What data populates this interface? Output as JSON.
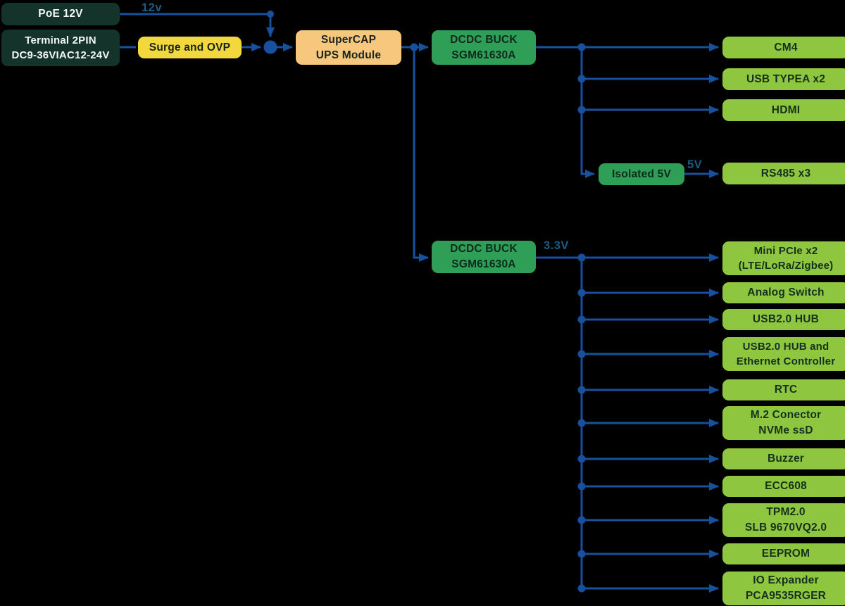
{
  "colors": {
    "background": "#000000",
    "connector_blue": "#17509e",
    "voltage_label_teal": "#1b5c80",
    "dark_input_box": "#14332b",
    "yellow_box": "#f2d73e",
    "orange_box": "#f7c77e",
    "green_box": "#2f9e57",
    "light_green_box": "#8ec73f"
  },
  "voltage_labels": {
    "poe_rail": "12v",
    "isolated_rail": "5V",
    "buck2_rail": "3.3V"
  },
  "nodes": {
    "poe": {
      "label": "PoE 12V"
    },
    "terminal": {
      "line1": "Terminal 2PIN",
      "line2": "DC9-36VIAC12-24V"
    },
    "surge": {
      "label": "Surge and OVP"
    },
    "supercap": {
      "line1": "SuperCAP",
      "line2": "UPS Module"
    },
    "dcdc_buck_1": {
      "line1": "DCDC BUCK",
      "line2": "SGM61630A"
    },
    "dcdc_buck_2": {
      "line1": "DCDC BUCK",
      "line2": "SGM61630A"
    },
    "isolated_5v": {
      "label": "Isolated 5V"
    },
    "cm4": {
      "label": "CM4"
    },
    "usb_typea": {
      "label": "USB TYPEA x2"
    },
    "hdmi": {
      "label": "HDMI"
    },
    "rs485": {
      "label": "RS485 x3"
    },
    "mini_pcie": {
      "line1": "Mini PCIe x2",
      "line2": "(LTE/LoRa/Zigbee)"
    },
    "analog_switch": {
      "label": "Analog Switch"
    },
    "usb_hub": {
      "label": "USB2.0 HUB"
    },
    "usb_hub_eth": {
      "line1": "USB2.0 HUB and",
      "line2": "Ethernet Controller"
    },
    "rtc": {
      "label": "RTC"
    },
    "m2": {
      "line1": "M.2 Conector",
      "line2": "NVMe ssD"
    },
    "buzzer": {
      "label": "Buzzer"
    },
    "ecc608": {
      "label": "ECC608"
    },
    "tpm": {
      "line1": "TPM2.0",
      "line2": "SLB 9670VQ2.0"
    },
    "eeprom": {
      "label": "EEPROM"
    },
    "io_expander": {
      "line1": "IO Expander",
      "line2": "PCA9535RGER"
    }
  }
}
